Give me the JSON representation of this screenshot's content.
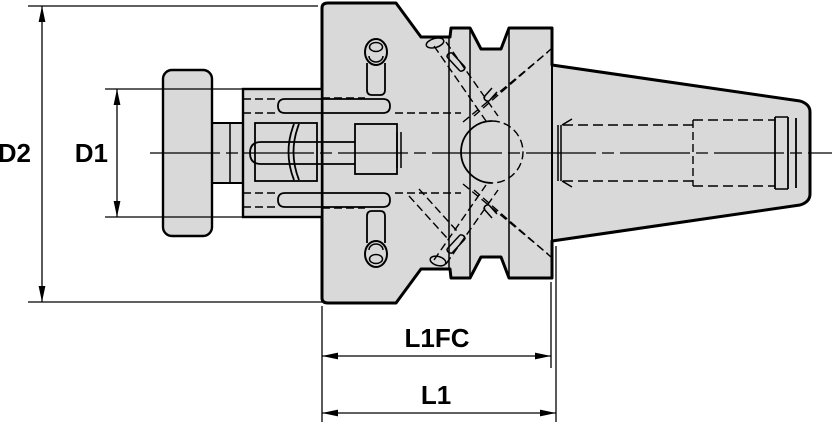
{
  "drawing": {
    "dimension_labels": {
      "d2": "D2",
      "d1": "D1",
      "l1fc": "L1FC",
      "l1": "L1"
    },
    "colors": {
      "part_fill": "#d9d9d9",
      "outline": "#000000",
      "background": "#ffffff"
    }
  }
}
